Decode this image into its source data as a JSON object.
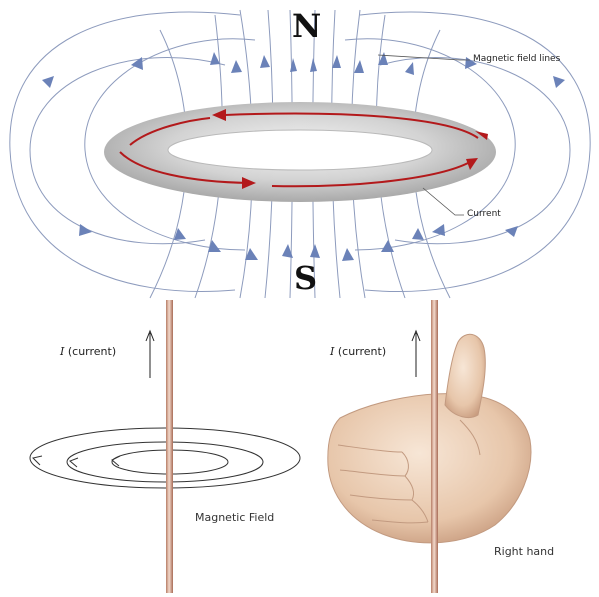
{
  "top_diagram": {
    "north_label": "N",
    "south_label": "S",
    "field_lines_label": "Magnetic field lines",
    "current_label": "Current"
  },
  "left_panel": {
    "current_symbol": "I",
    "current_text": "(current)",
    "field_label": "Magnetic Field"
  },
  "right_panel": {
    "current_symbol": "I",
    "current_text": "(current)",
    "hand_label": "Right hand"
  },
  "colors": {
    "field_line": "#7f8fb3",
    "arrow_head": "#6b82b8",
    "current_arrow": "#b3191b",
    "ring": "#c4c4c4",
    "wire": "#c98d78"
  }
}
